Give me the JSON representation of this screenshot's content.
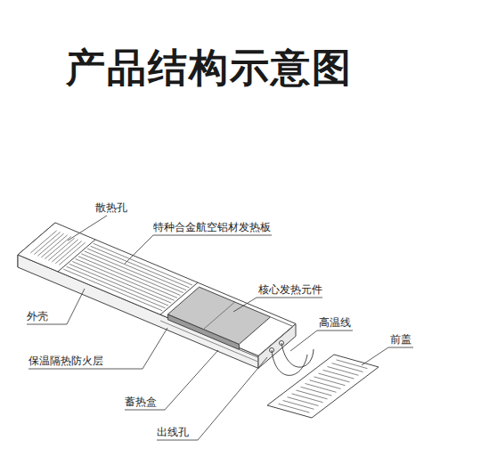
{
  "diagram": {
    "title": "产品结构示意图",
    "labels": [
      "散热孔",
      "特种合金航空铝材发热板",
      "核心发热元件",
      "高温线",
      "外壳",
      "前盖",
      "保温隔热防火层",
      "蓄热盒",
      "出线孔"
    ]
  }
}
